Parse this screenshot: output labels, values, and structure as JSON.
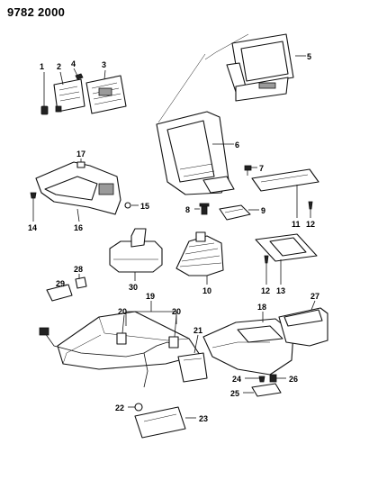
{
  "header": {
    "code": "9782 2000"
  },
  "callouts": [
    "1",
    "2",
    "3",
    "4",
    "5",
    "6",
    "7",
    "8",
    "9",
    "10",
    "11",
    "12",
    "12",
    "13",
    "14",
    "15",
    "16",
    "17",
    "18",
    "19",
    "20",
    "20",
    "21",
    "22",
    "23",
    "24",
    "25",
    "26",
    "27",
    "28",
    "29",
    "30"
  ]
}
